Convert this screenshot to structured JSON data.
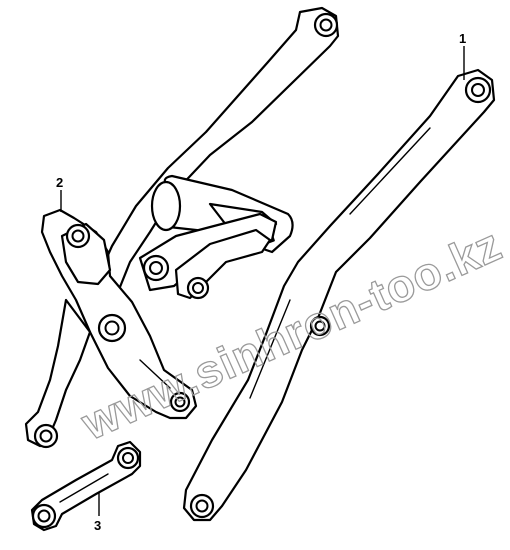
{
  "callouts": [
    {
      "label": "1"
    },
    {
      "label": "2"
    },
    {
      "label": "3"
    }
  ],
  "watermark": "www.sinhron-too.kz",
  "colors": {
    "line": "#000000",
    "fill": "#ffffff",
    "watermark": "#9a9a9a"
  }
}
